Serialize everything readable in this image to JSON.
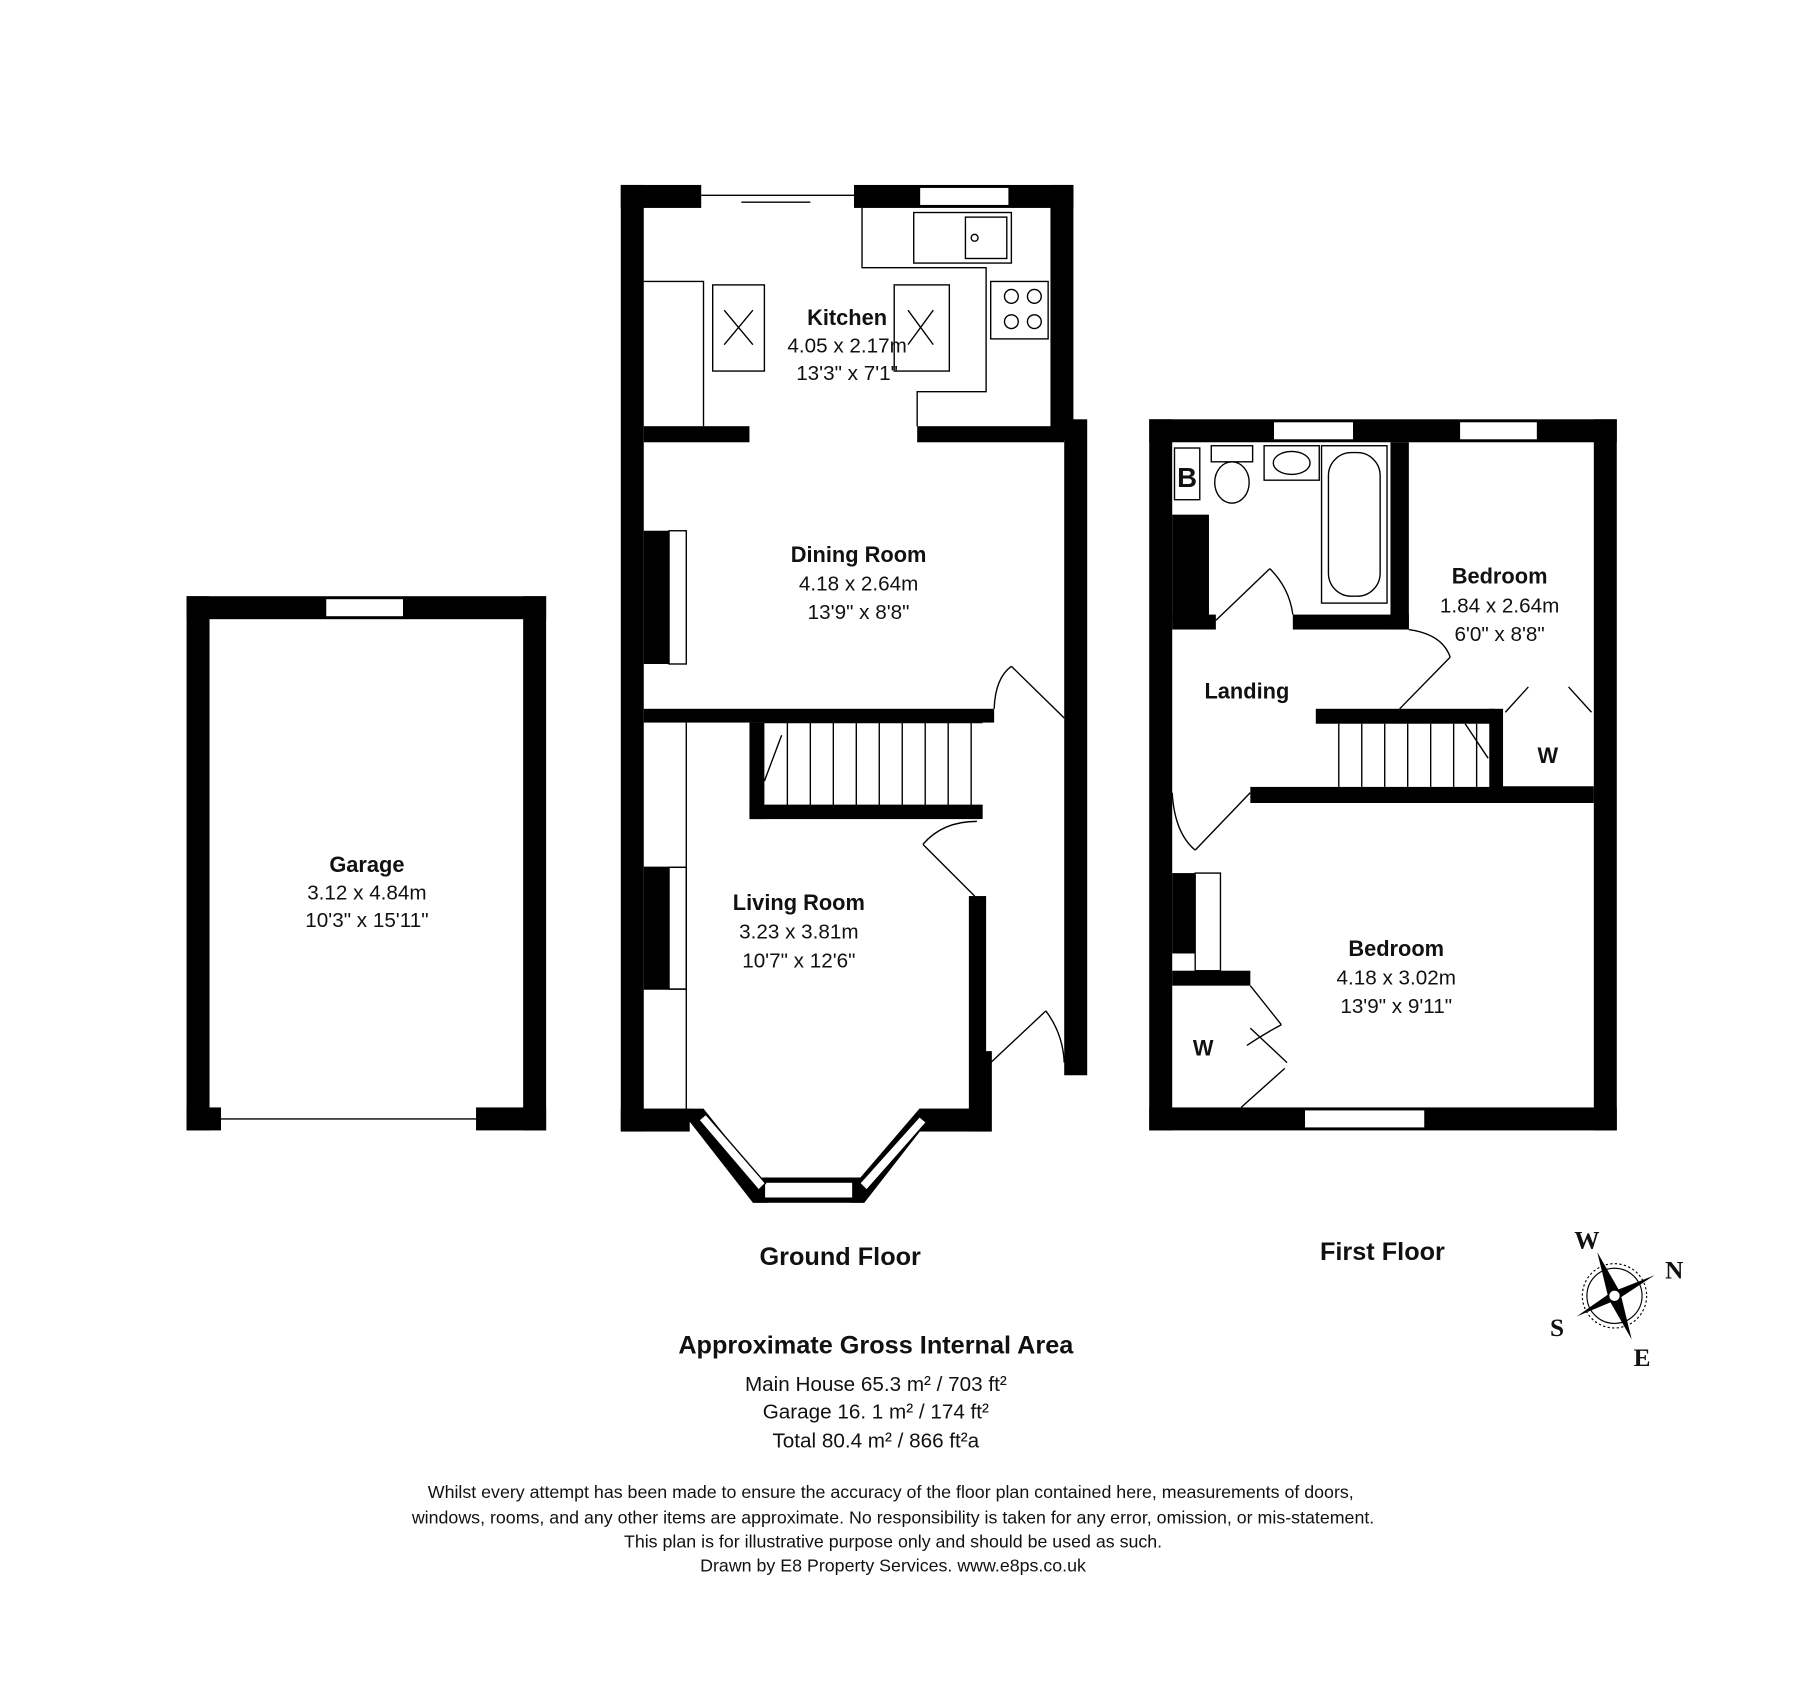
{
  "rooms": {
    "garage": {
      "name": "Garage",
      "metric": "3.12 x 4.84m",
      "imperial": "10'3\" x 15'11\""
    },
    "kitchen": {
      "name": "Kitchen",
      "metric": "4.05 x 2.17m",
      "imperial": "13'3\" x 7'1\""
    },
    "dining": {
      "name": "Dining Room",
      "metric": "4.18 x 2.64m",
      "imperial": "13'9\" x 8'8\""
    },
    "living": {
      "name": "Living Room",
      "metric": "3.23 x 3.81m",
      "imperial": "10'7\" x 12'6\""
    },
    "bedroom_small": {
      "name": "Bedroom",
      "metric": "1.84 x 2.64m",
      "imperial": "6'0\" x 8'8\""
    },
    "landing": {
      "name": "Landing"
    },
    "bedroom_main": {
      "name": "Bedroom",
      "metric": "4.18 x 3.02m",
      "imperial": "13'9\" x 9'11\""
    },
    "wardrobe_label": "W",
    "boiler_label": "B"
  },
  "floors": {
    "ground": "Ground Floor",
    "first": "First Floor"
  },
  "compass": {
    "w": "W",
    "n": "N",
    "s": "S",
    "e": "E"
  },
  "area": {
    "title": "Approximate Gross Internal Area",
    "main": "Main House 65.3 m² / 703 ft²",
    "garage": "Garage 16. 1 m² / 174 ft²",
    "total": "Total 80.4 m² / 866 ft²a"
  },
  "disclaimer": [
    "Whilst every attempt has been made to ensure the accuracy of the floor plan contained here, measurements of doors,",
    "windows, rooms, and any other items are approximate. No responsibility is taken for any error, omission, or mis-statement.",
    "This plan is for illustrative purpose only and should be used as such.",
    "Drawn by E8 Property Services. www.e8ps.co.uk"
  ]
}
